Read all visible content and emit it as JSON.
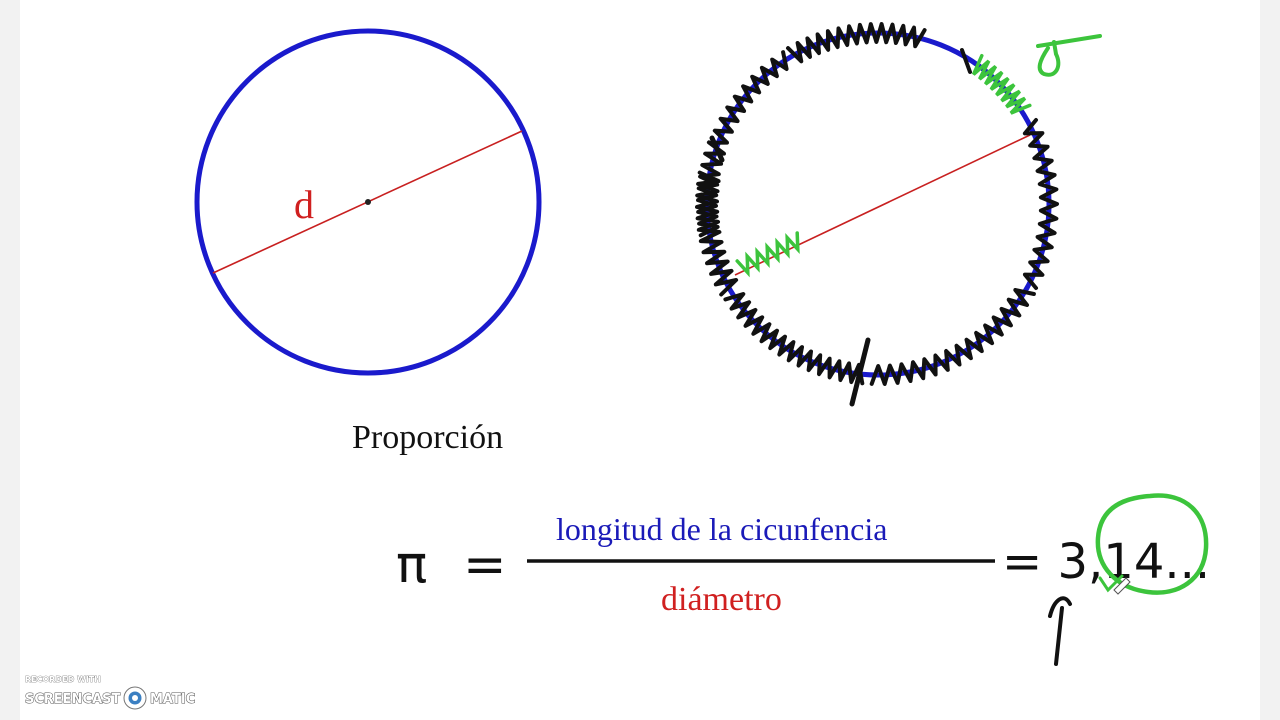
{
  "diagram": {
    "circle_label": "d",
    "title": "Proporción",
    "formula": {
      "symbol": "π",
      "equals": "=",
      "numerator": "longitud de la cicunfencia",
      "denominator": "diámetro",
      "result": "= 3,14..."
    },
    "colors": {
      "circle": "#1a1acc",
      "diameter": "#c82020",
      "numerator": "#1a1ab8",
      "denominator": "#d02020",
      "annotation_green": "#3cc43c",
      "annotation_black": "#111111"
    }
  },
  "watermark": {
    "line1": "RECORDED WITH",
    "line2a": "SCREENCAST",
    "line2b": "MATIC"
  }
}
